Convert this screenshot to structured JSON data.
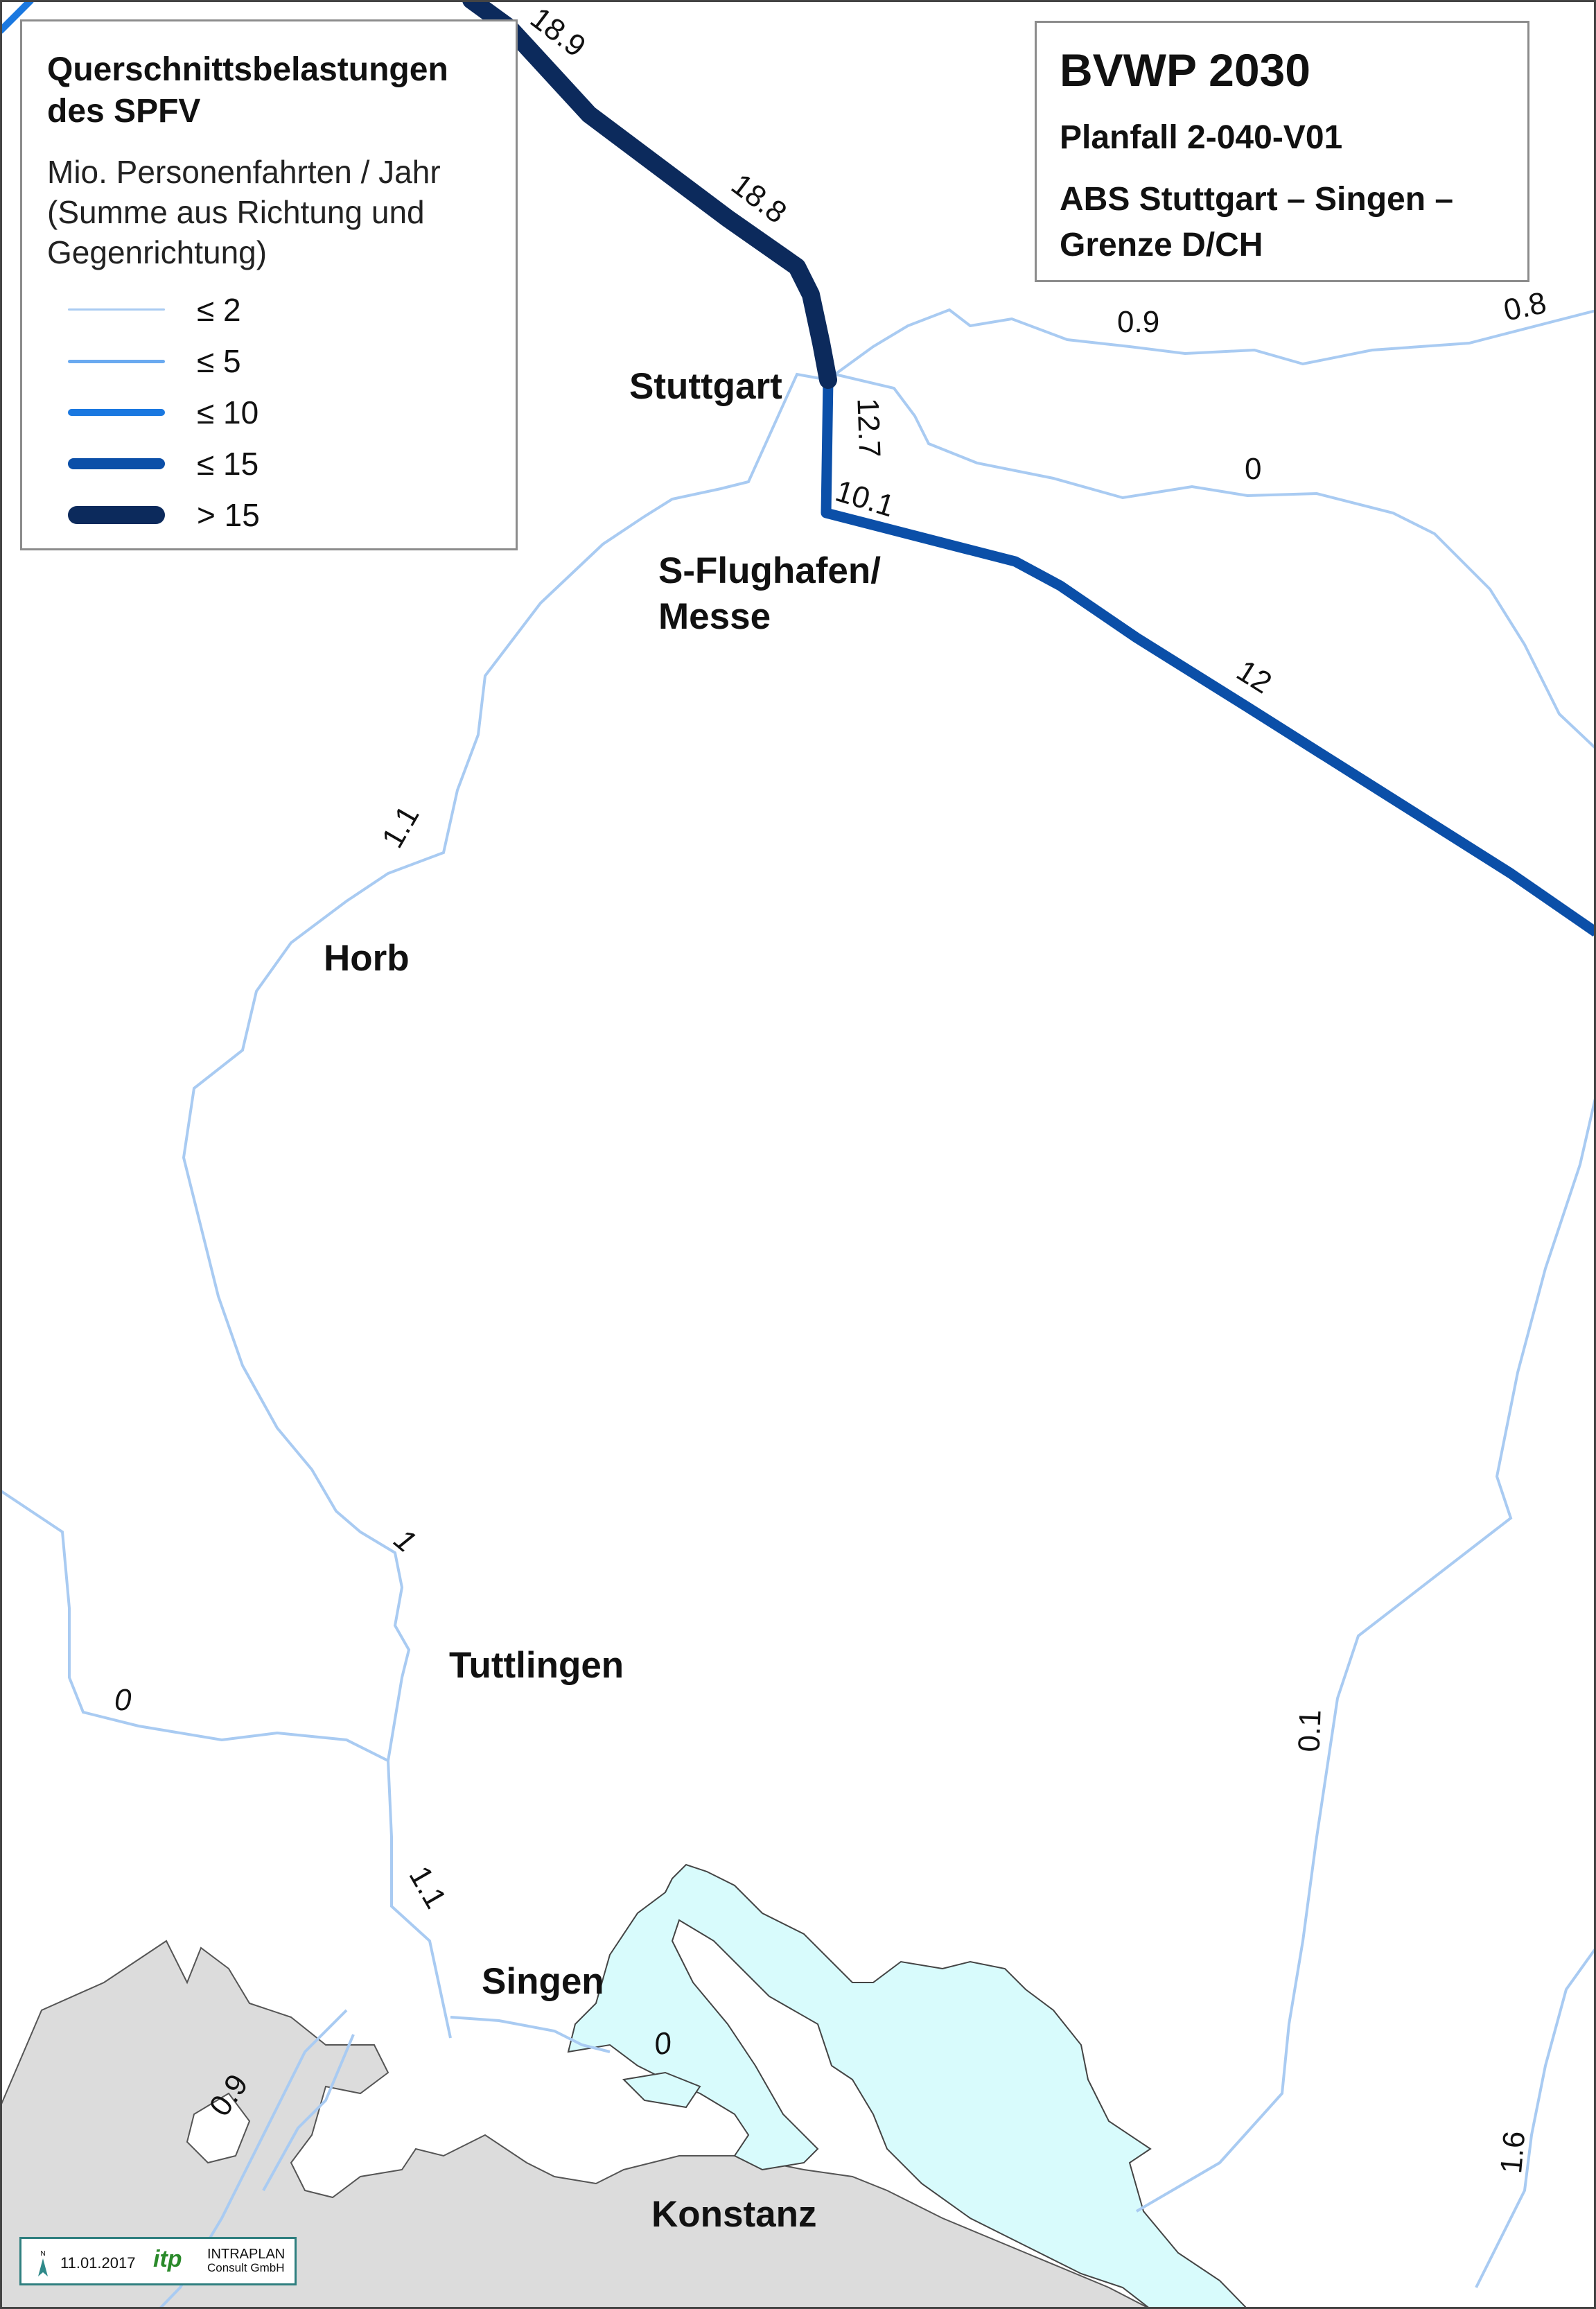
{
  "legend": {
    "title_line1": "Querschnittsbelastungen",
    "title_line2": "des SPFV",
    "subtitle_line1": "Mio. Personenfahrten / Jahr",
    "subtitle_line2": "(Summe aus Richtung und",
    "subtitle_line3": "Gegenrichtung)",
    "classes": [
      {
        "label": "≤ 2",
        "color": "#a9cbf2"
      },
      {
        "label": "≤ 5",
        "color": "#6aaaf0"
      },
      {
        "label": "≤ 10",
        "color": "#1a78e0"
      },
      {
        "label": "≤ 15",
        "color": "#0b4fa8"
      },
      {
        "label": "> 15",
        "color": "#0c2a5c"
      }
    ]
  },
  "title": {
    "line1": "BVWP 2030",
    "line2": "Planfall 2-040-V01",
    "line3": "ABS Stuttgart – Singen – Grenze D/CH"
  },
  "cities": {
    "stuttgart": "Stuttgart",
    "flughafen_line1": "S-Flughafen/",
    "flughafen_line2": "Messe",
    "horb": "Horb",
    "tuttlingen": "Tuttlingen",
    "singen": "Singen",
    "konstanz": "Konstanz"
  },
  "values": {
    "v_18_9": "18.9",
    "v_18_8": "18.8",
    "v_12_7": "12.7",
    "v_10_1": "10.1",
    "v_12": "12",
    "v_0_9_top": "0.9",
    "v_0_8": "0.8",
    "v_0_mid": "0",
    "v_1_1_horb": "1.1",
    "v_1": "1",
    "v_0_left": "0",
    "v_1_1_singen": "1.1",
    "v_0_9_bottom": "0.9",
    "v_0_lake": "0",
    "v_0_1": "0.1",
    "v_1_6": "1.6"
  },
  "footer": {
    "date": "11.01.2017",
    "logo": "itp",
    "company_line1": "INTRAPLAN",
    "company_line2": "Consult GmbH",
    "north": "N"
  },
  "colors": {
    "land_outside": "#dcdcdc",
    "lake": "#d8fbfc",
    "thin_line": "#a9cbf2"
  }
}
